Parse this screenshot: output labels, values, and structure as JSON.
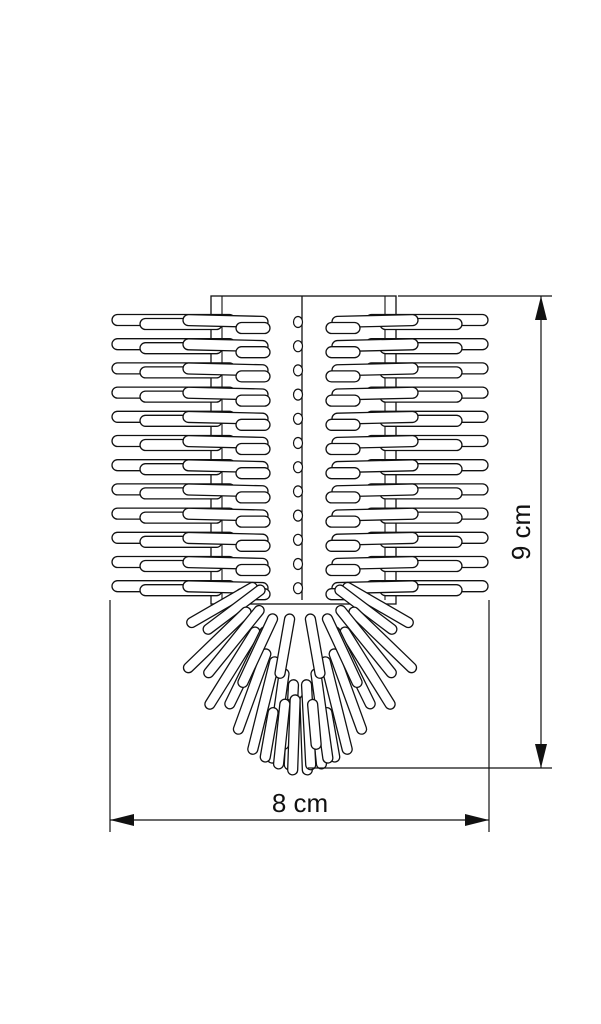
{
  "drawing": {
    "line_color": "#111111",
    "fill_color": "#ffffff",
    "width_label": "8 cm",
    "height_label": "9 cm",
    "bristle_rows": 12
  }
}
